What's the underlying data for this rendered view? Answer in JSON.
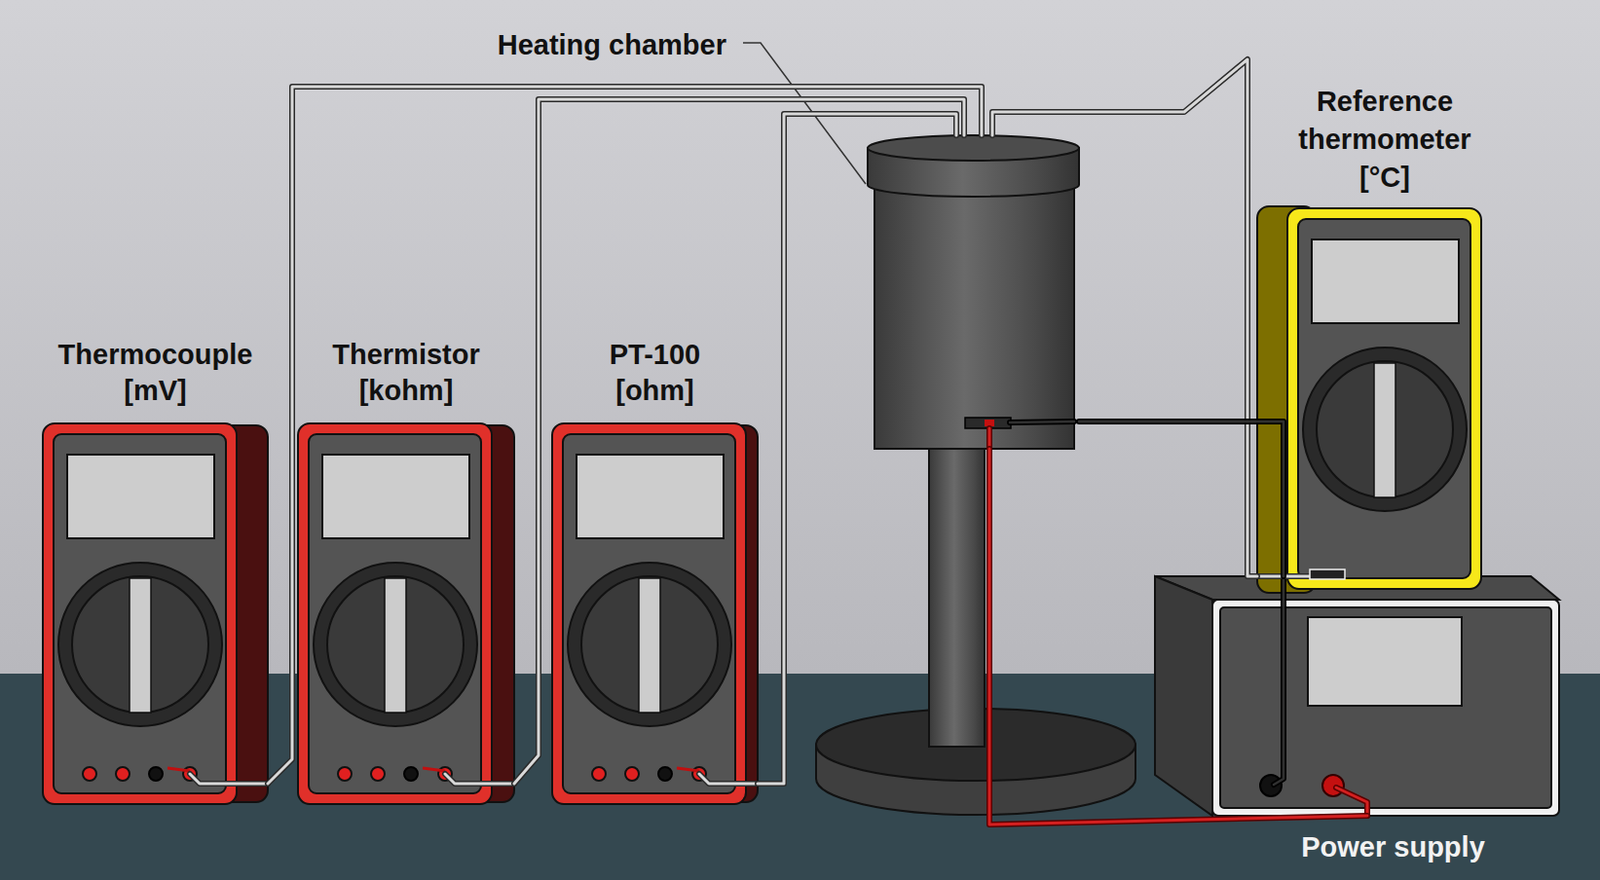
{
  "diagram": {
    "nodes": [
      {
        "text": [
          "Thermocouple [mV]"
        ]
      },
      {
        "text": [
          "Thermistor [kohm]"
        ]
      },
      {
        "text": [
          "PT-100 [ohm]"
        ]
      },
      {
        "text": [
          "Heating chamber"
        ]
      },
      {
        "text": [
          "Reference thermometer [°C]"
        ]
      },
      {
        "text": [
          "Power supply"
        ]
      }
    ],
    "edges": [
      {
        "from": 0,
        "to": 3,
        "arrow": "none"
      },
      {
        "from": 1,
        "to": 3,
        "arrow": "none"
      },
      {
        "from": 2,
        "to": 3,
        "arrow": "none"
      },
      {
        "from": 3,
        "to": 4,
        "arrow": "none"
      },
      {
        "from": 3,
        "to": 5,
        "arrow": "none"
      },
      {
        "from": 3,
        "to": 5,
        "arrow": "none"
      }
    ]
  }
}
